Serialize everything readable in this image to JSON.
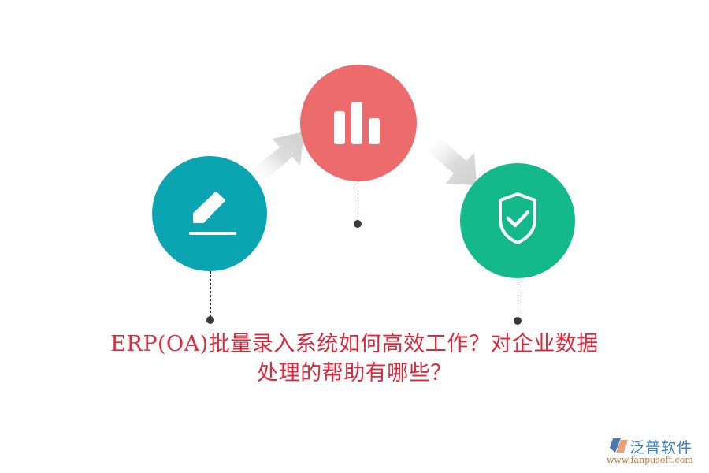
{
  "diagram": {
    "steps": [
      {
        "id": "edit",
        "icon": "pencil-edit-icon",
        "color": "#0aa5b0"
      },
      {
        "id": "analyze",
        "icon": "bar-chart-icon",
        "color": "#ec6b6d"
      },
      {
        "id": "secure",
        "icon": "shield-check-icon",
        "color": "#13b98a"
      }
    ],
    "connectors": [
      "arrow-up-right",
      "arrow-down-right"
    ],
    "accent_text_color": "#e0283d"
  },
  "title": {
    "line1": "ERP(OA)批量录入系统如何高效工作？对企业数据",
    "line2": "处理的帮助有哪些？"
  },
  "logo": {
    "name": "泛普软件",
    "url": "www.fanpusoft.com"
  }
}
